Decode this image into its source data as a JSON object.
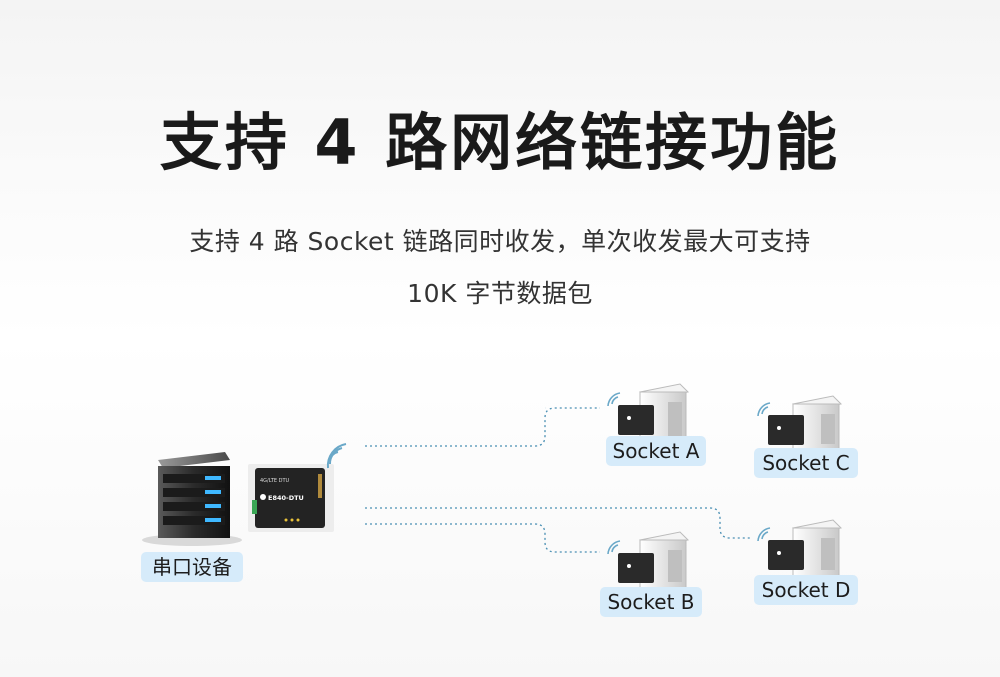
{
  "header": {
    "title": "支持 4 路网络链接功能",
    "subtitle_line1": "支持 4 路 Socket 链路同时收发，单次收发最大可支持",
    "subtitle_line2": "10K 字节数据包"
  },
  "diagram": {
    "source_label": "串口设备",
    "dtu_model": "E840-DTU",
    "dtu_brand": "4G/LTE DTU",
    "sockets": [
      {
        "label": "Socket A"
      },
      {
        "label": "Socket B"
      },
      {
        "label": "Socket C"
      },
      {
        "label": "Socket D"
      }
    ]
  },
  "colors": {
    "label_bg": "#d6ebfa",
    "line": "#4a8fb3",
    "server_dark": "#2d2d2d",
    "led_blue": "#3fb8ff"
  }
}
